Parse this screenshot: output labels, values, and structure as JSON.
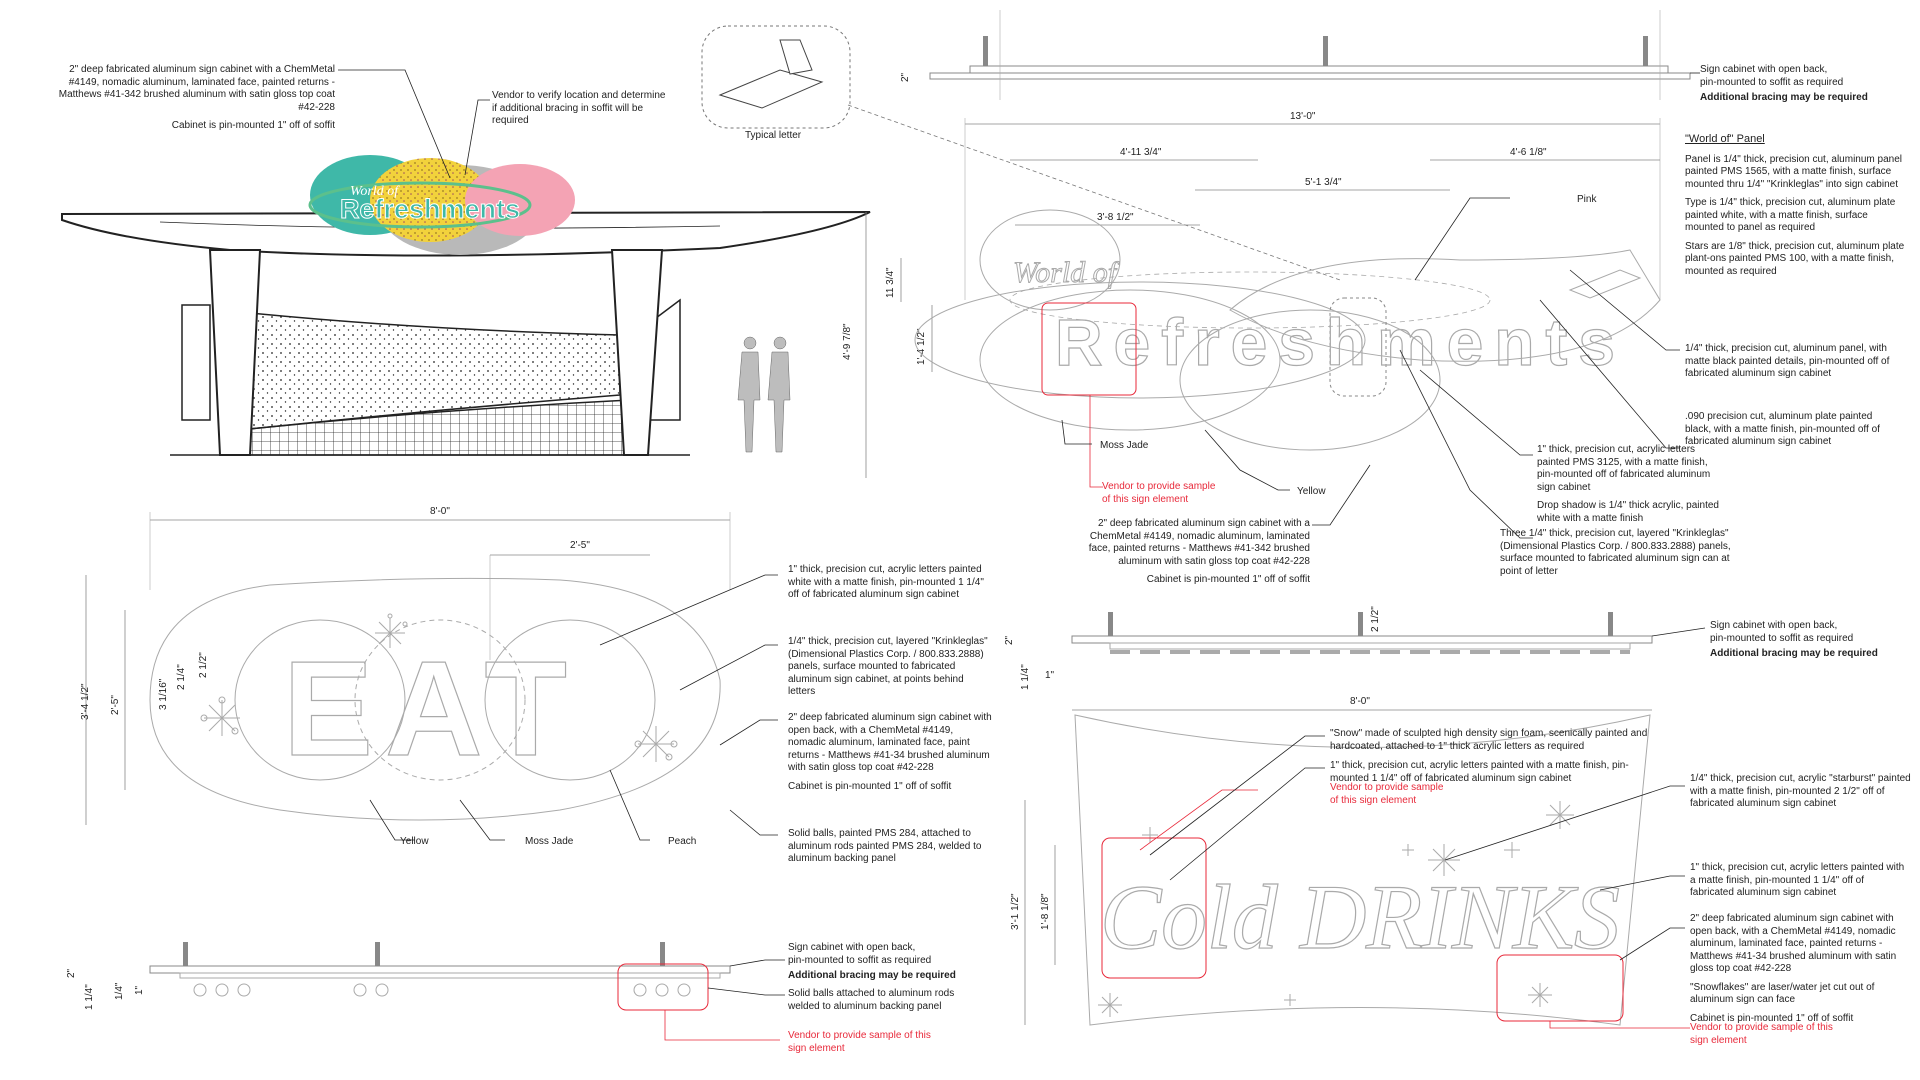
{
  "world_of_refreshments": {
    "sign_lettering": {
      "line1": "World of",
      "line2": "Refreshments"
    },
    "typical_letter_label": "Typical letter",
    "elevation_note_1": "2\" deep fabricated aluminum sign cabinet with a ChemMetal #4149, nomadic aluminum, laminated face, painted returns - Matthews #41-342 brushed aluminum with satin gloss top coat #42-228",
    "elevation_note_2": "Cabinet is pin-mounted 1\" off of soffit",
    "elevation_note_3": "Vendor to verify location and determine if additional bracing in soffit will be required",
    "dims": {
      "overall_width": "13'-0\"",
      "d1": "4'-11 3/4\"",
      "d2": "4'-6 1/8\"",
      "d3": "5'-1 3/4\"",
      "d4": "3'-8 1/2\"",
      "height": "4'-9 7/8\"",
      "h1": "11 3/4\"",
      "h2": "1'-4 1/2\"",
      "depth": "2\"",
      "side_d1": "2 1/2\"",
      "side_d2": "1 1/4\"",
      "side_d3": "1\""
    },
    "colors": {
      "pink": "Pink",
      "moss_jade": "Moss Jade",
      "yellow": "Yellow"
    },
    "vendor_note": [
      "Vendor to provide sample",
      "of this sign element"
    ],
    "top_side_note": [
      "Sign cabinet with open back,",
      "pin-mounted to soffit as required"
    ],
    "top_side_bold": "Additional bracing may be required",
    "panel_title": "\"World of\" Panel",
    "panel_notes": [
      "Panel is 1/4\" thick, precision cut, aluminum panel painted PMS 1565, with a matte finish, surface mounted thru 1/4\" \"Krinkleglas\" into sign cabinet",
      "Type is 1/4\" thick, precision cut, aluminum plate painted white, with a matte finish, surface mounted to panel as required",
      "Stars are 1/8\" thick, precision cut, aluminum plate plant-ons painted PMS 100, with a matte finish, mounted as required"
    ],
    "rocket_note": "1/4\" thick, precision cut, aluminum panel, with matte black painted details, pin-mounted off of fabricated aluminum sign cabinet",
    "black_panel_note": ".090 precision cut, aluminum plate painted black, with a matte finish, pin-mounted off of fabricated aluminum sign cabinet",
    "letters_note": "1\" thick, precision cut, acrylic letters painted PMS 3125, with a matte finish, pin-mounted off of fabricated aluminum sign cabinet",
    "shadow_note": "Drop shadow is 1/4\" thick acrylic, painted white with a matte finish",
    "krinkle_note": "Three 1/4\" thick, precision cut, layered \"Krinkleglas\" (Dimensional Plastics Corp. / 800.833.2888) panels, surface mounted to fabricated aluminum sign can at point of letter",
    "cabinet_note": "2\" deep fabricated aluminum sign cabinet with a ChemMetal #4149, nomadic aluminum, laminated face, painted returns - Matthews #41-342 brushed aluminum with satin gloss top coat #42-228",
    "cabinet_note_2": "Cabinet is pin-mounted 1\" off of soffit",
    "bottom_side_note": [
      "Sign cabinet with open back,",
      "pin-mounted to soffit as required"
    ],
    "bottom_side_bold": "Additional bracing may be required"
  },
  "eat": {
    "letters": "EAT",
    "dims": {
      "width": "8'-0\"",
      "inner": "2'-5\"",
      "height": "3'-4 1/2\"",
      "h2": "2'-5\"",
      "a": "3 1/16\"",
      "b": "2 1/4\"",
      "c": "2 1/2\"",
      "side_depth": "2\"",
      "s1": "1 1/4\"",
      "s2": "1/4\"",
      "s3": "1\""
    },
    "colors": {
      "yellow": "Yellow",
      "moss_jade": "Moss Jade",
      "peach": "Peach"
    },
    "notes": [
      "1\" thick, precision cut, acrylic letters painted white with a matte finish, pin-mounted 1 1/4\" off of fabricated aluminum sign cabinet",
      "1/4\" thick, precision cut, layered \"Krinkleglas\" (Dimensional Plastics Corp. / 800.833.2888) panels, surface mounted to fabricated aluminum sign cabinet, at points behind letters",
      "2\" deep fabricated aluminum sign cabinet with open back, with a ChemMetal #4149, nomadic aluminum, laminated face, paint returns - Matthews #41-34 brushed aluminum with satin gloss top coat #42-228",
      "Cabinet is pin-mounted 1\" off of soffit",
      "Solid balls, painted PMS 284, attached to aluminum rods painted PMS 284, welded to aluminum backing panel"
    ],
    "side_note": [
      "Sign cabinet with open back,",
      "pin-mounted to soffit as required"
    ],
    "side_bold": "Additional bracing may be required",
    "balls_note": [
      "Solid balls attached to aluminum rods",
      "welded to aluminum backing panel"
    ],
    "vendor_note": [
      "Vendor to provide sample of this",
      "sign element"
    ]
  },
  "cold_drinks": {
    "lettering": "Cold DRINKS",
    "dims": {
      "width": "8'-0\"",
      "height": "3'-1 1/2\"",
      "h2": "1'-8 1/8\""
    },
    "snow_note": "\"Snow\" made of sculpted high density sign foam, scenically painted and hardcoated, attached to 1\" thick acrylic letters as required",
    "letters_note": "1\" thick, precision cut, acrylic letters painted with a matte finish, pin-mounted 1 1/4\" off of fabricated aluminum sign cabinet",
    "vendor_note": [
      "Vendor to provide sample",
      "of this sign element"
    ],
    "starburst_note": "1/4\" thick, precision cut, acrylic \"starburst\" painted with a matte finish, pin-mounted 2 1/2\" off of fabricated aluminum sign cabinet",
    "letters_note_2": "1\" thick, precision cut, acrylic letters painted with a matte finish, pin-mounted 1 1/4\" off of fabricated aluminum sign cabinet",
    "cabinet_note": "2\" deep fabricated aluminum sign cabinet with open back, with a ChemMetal #4149, nomadic aluminum, laminated face, painted returns - Matthews #41-34 brushed aluminum with satin gloss top coat #42-228",
    "snowflake_note": "\"Snowflakes\" are laser/water jet cut out of aluminum sign can face",
    "cabinet_note_2": "Cabinet is pin-mounted 1\" off of soffit",
    "vendor_note_2": [
      "Vendor to provide sample of this",
      "sign element"
    ]
  },
  "colors": {
    "line": "#888888",
    "ink": "#222222",
    "red": "#e8293a",
    "teal": "#3fb8a8",
    "pink": "#f4a3b4",
    "yellow": "#f2d23c",
    "green": "#5cc08c"
  }
}
